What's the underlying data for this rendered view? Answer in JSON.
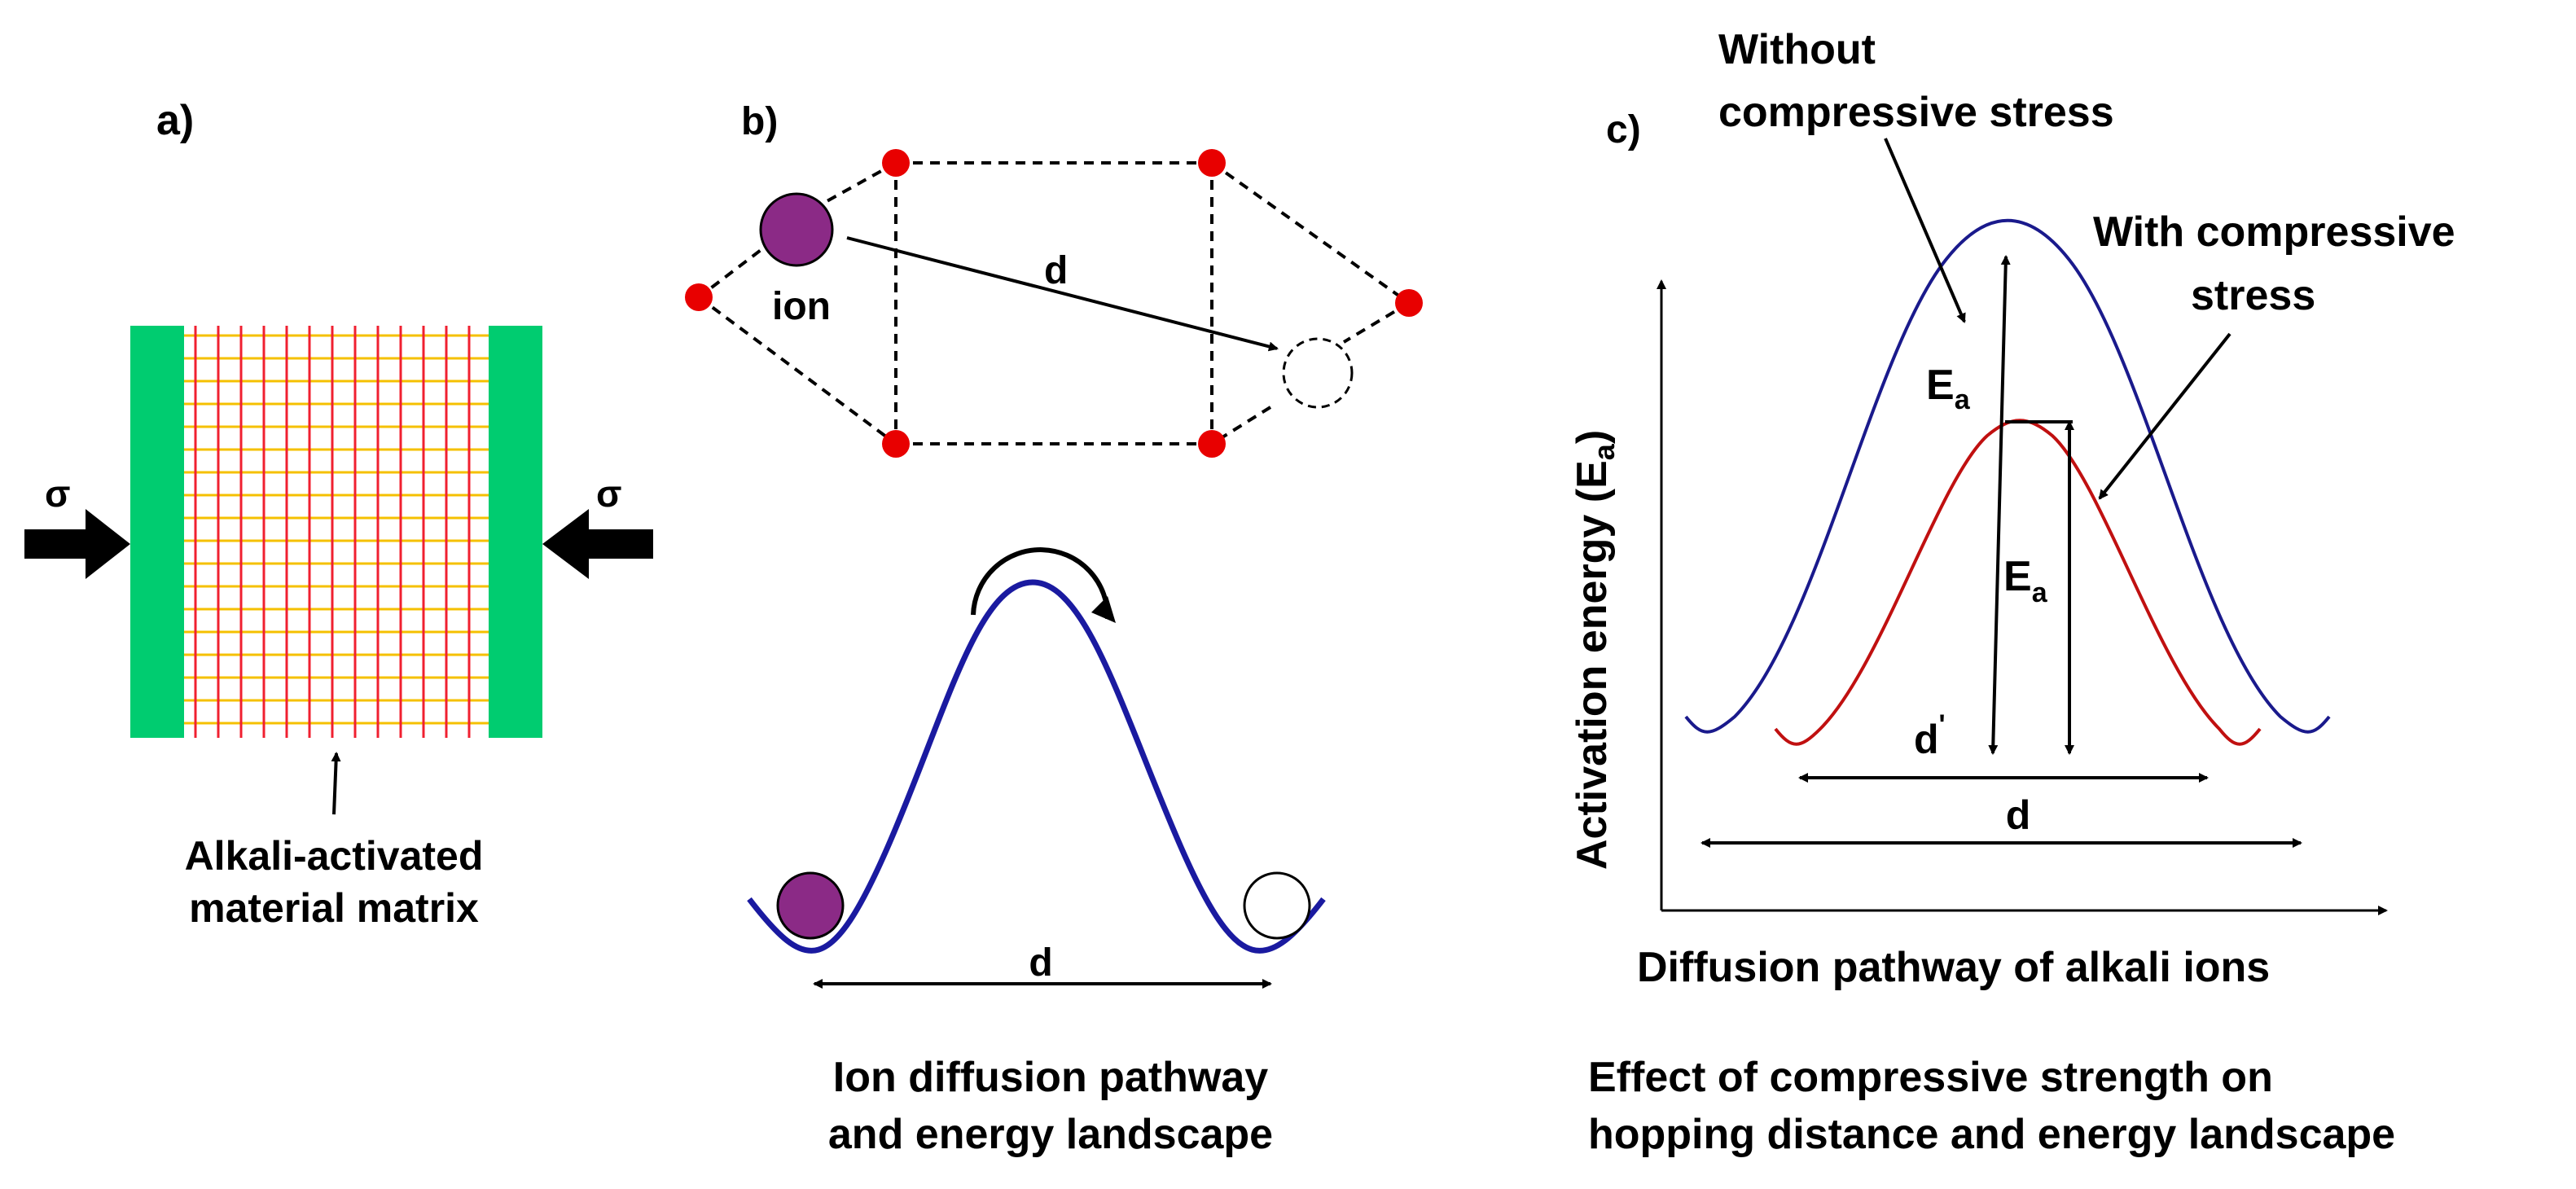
{
  "panel_a": {
    "label": "a)",
    "stress_left": "σ",
    "stress_right": "σ",
    "caption_line1": "Alkali-activated",
    "caption_line2": "material matrix",
    "colors": {
      "plate": "#00cc70",
      "vertical_lines": "#f02030",
      "horizontal_lines": "#f5c000"
    }
  },
  "panel_b": {
    "label": "b)",
    "ion_label": "ion",
    "distance_label_top": "d",
    "distance_label_bottom": "d",
    "caption_line1": "Ion diffusion pathway",
    "caption_line2": "and energy landscape",
    "colors": {
      "site": "#e80000",
      "ion": "#8b2a86",
      "curve": "#1a1aa0"
    }
  },
  "panel_c": {
    "label": "c)",
    "without_stress_line1": "Without",
    "without_stress_line2": "compressive stress",
    "with_stress_line1": "With compressive",
    "with_stress_line2": "stress",
    "ea_main": "E",
    "ea_sub": "a",
    "y_axis_main": "Activation energy (E",
    "y_axis_sub": "a",
    "y_axis_close": ")",
    "x_axis_label": "Diffusion pathway of alkali ions",
    "d_prime_label": "d",
    "d_prime_mark": "'",
    "d_label": "d",
    "caption_line1": "Effect of compressive strength on",
    "caption_line2": "hopping distance and energy landscape",
    "colors": {
      "without_curve": "#1a1a8c",
      "with_curve": "#c01010"
    }
  }
}
